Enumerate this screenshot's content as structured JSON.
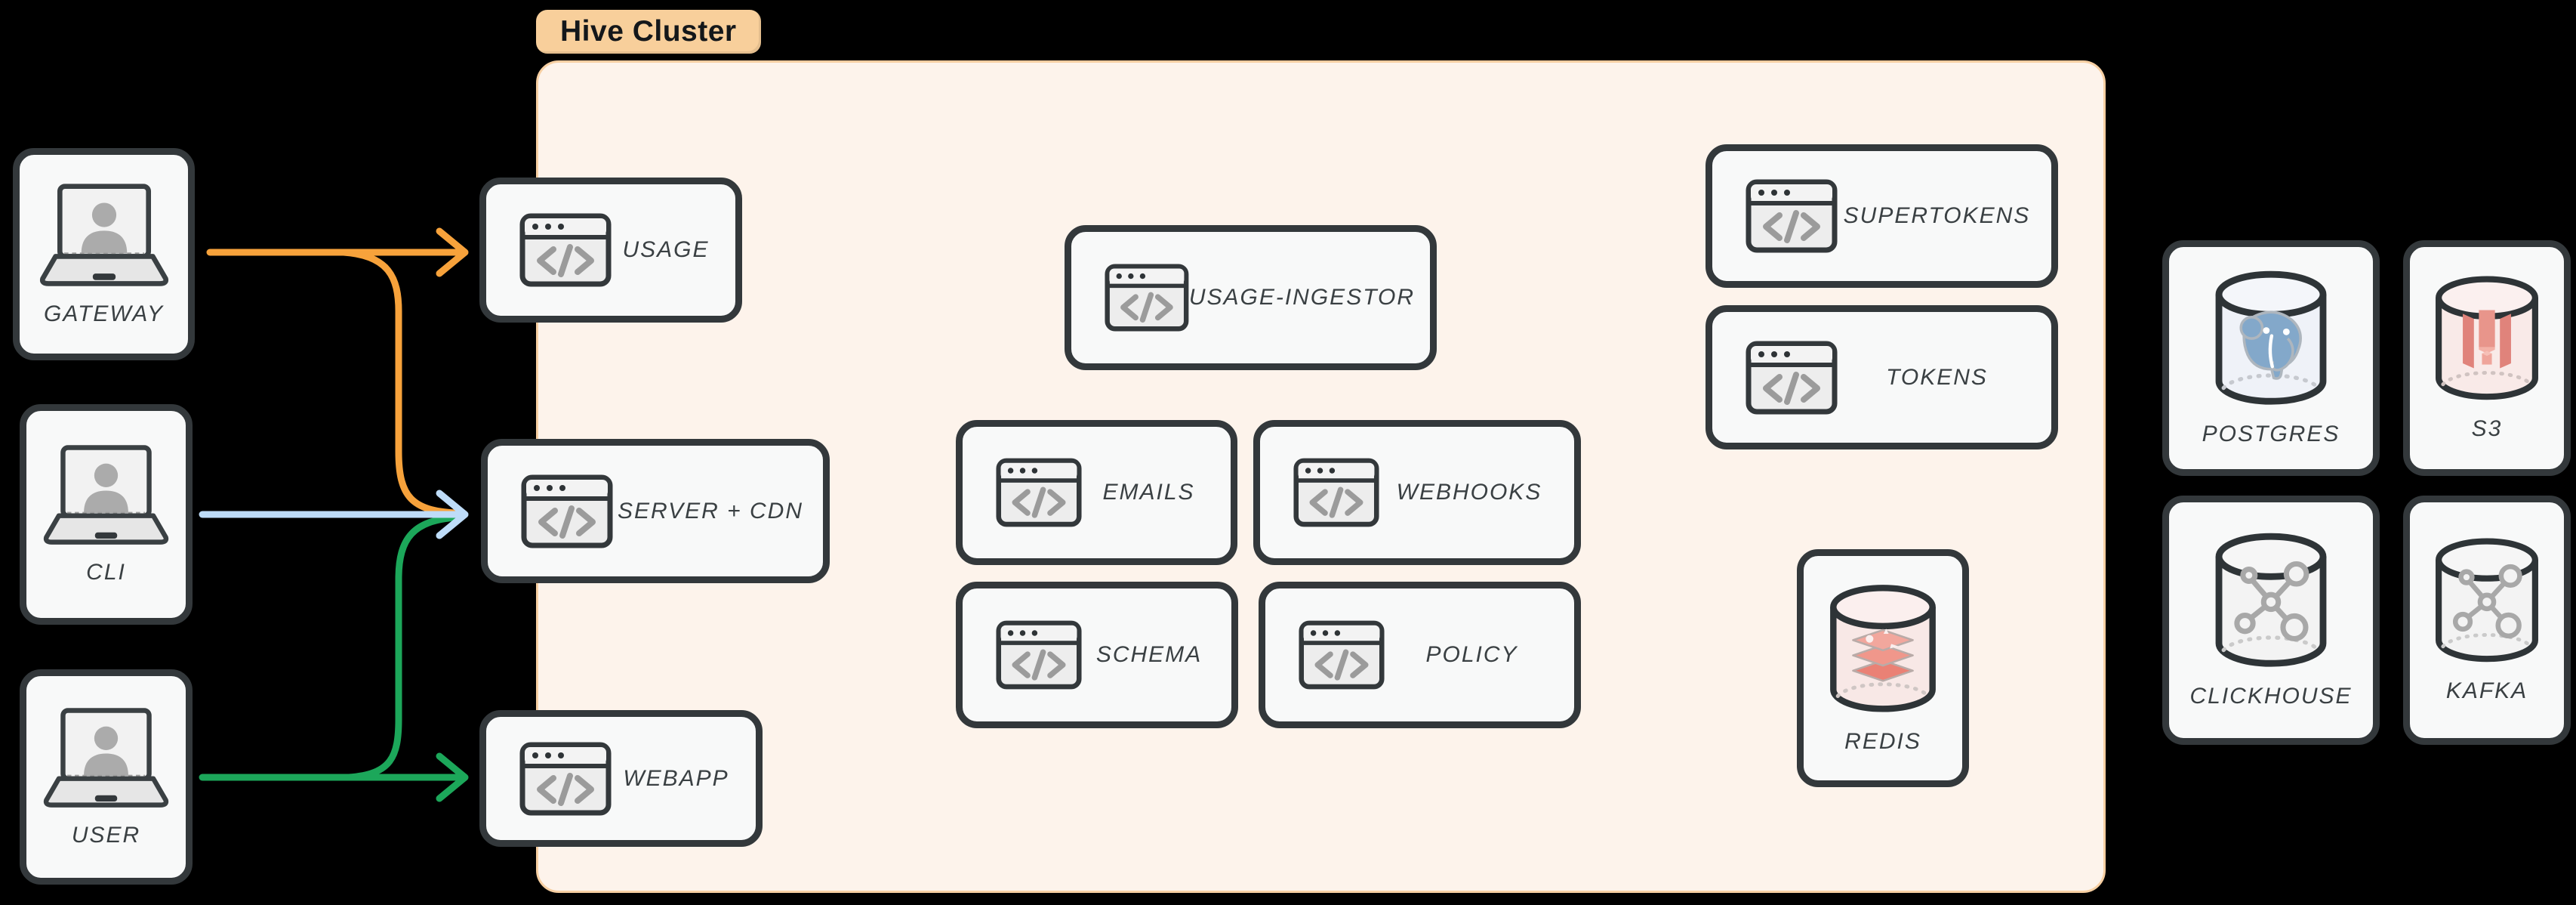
{
  "title_badge": {
    "label": "Hive Cluster"
  },
  "colors": {
    "background": "#000000",
    "cluster_bg": "#FDF3EB",
    "cluster_border": "#F7CFA2",
    "badge_bg": "#F8CF9B",
    "card_bg": "#F8F9F9",
    "card_border": "#33383B",
    "label_text": "#3A4043",
    "code_glyph_gray": "#9B9B9B",
    "arrow_orange": "#F7A23B",
    "arrow_blue": "#BEDCF8",
    "arrow_green": "#1CA75A",
    "redis_tint": "#F8E8E6",
    "redis_logo": "#EA8175",
    "postgres_tint": "#EFF2F8",
    "postgres_logo": "#83A8CA",
    "s3_tint": "#F9EAE8",
    "s3_logo": "#E0837B",
    "neutral_cylinder_tint": "#F3F3F3",
    "network_logo_gray": "#A8A8A8"
  },
  "clients": {
    "gateway": {
      "label": "GATEWAY"
    },
    "cli": {
      "label": "CLI"
    },
    "user": {
      "label": "USER"
    }
  },
  "services": {
    "usage": {
      "label": "USAGE"
    },
    "server_cdn": {
      "label": "SERVER + CDN"
    },
    "webapp": {
      "label": "WEBAPP"
    },
    "usage_ingestor": {
      "label": "USAGE-INGESTOR"
    },
    "emails": {
      "label": "EMAILS"
    },
    "webhooks": {
      "label": "WEBHOOKS"
    },
    "schema": {
      "label": "SCHEMA"
    },
    "policy": {
      "label": "POLICY"
    },
    "supertokens": {
      "label": "SUPERTOKENS"
    },
    "tokens": {
      "label": "TOKENS"
    }
  },
  "datastores": {
    "redis": {
      "label": "REDIS"
    },
    "postgres": {
      "label": "POSTGRES"
    },
    "s3": {
      "label": "S3"
    },
    "clickhouse": {
      "label": "CLICKHOUSE"
    },
    "kafka": {
      "label": "KAFKA"
    }
  },
  "edges": [
    {
      "from": "GATEWAY",
      "to": "USAGE",
      "color": "orange"
    },
    {
      "from": "GATEWAY",
      "to": "SERVER + CDN",
      "color": "orange"
    },
    {
      "from": "CLI",
      "to": "SERVER + CDN",
      "color": "blue"
    },
    {
      "from": "USER",
      "to": "SERVER + CDN",
      "color": "green"
    },
    {
      "from": "USER",
      "to": "WEBAPP",
      "color": "green"
    }
  ]
}
